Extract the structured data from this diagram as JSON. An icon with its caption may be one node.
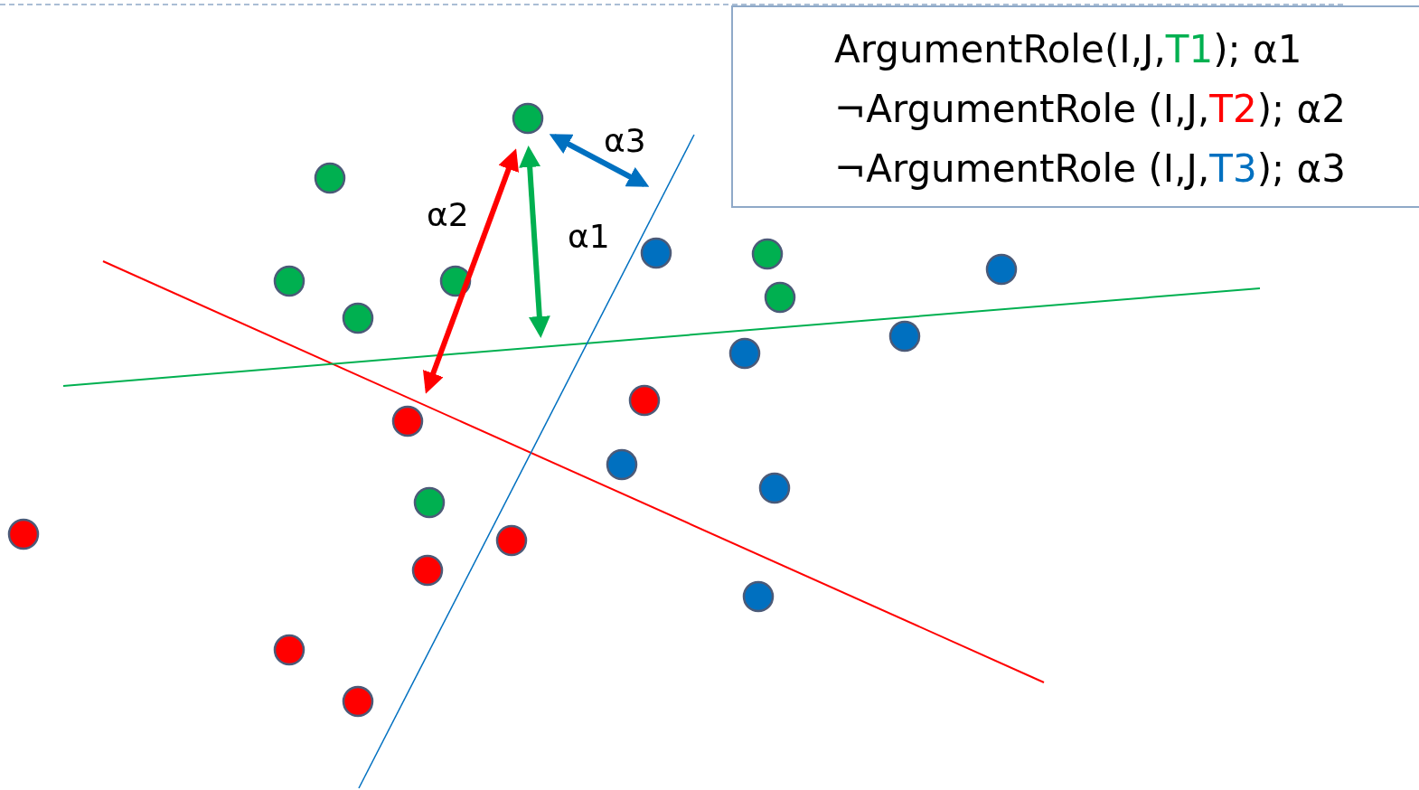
{
  "diagram": {
    "nodes": [
      {
        "text": [
          "ArgumentRole(I,J,T1); α1",
          "¬ArgumentRole (I,J,T2); α2",
          "¬ArgumentRole (I,J,T3); α3"
        ]
      }
    ],
    "labels": [
      "α3",
      "α2",
      "α1"
    ]
  }
}
